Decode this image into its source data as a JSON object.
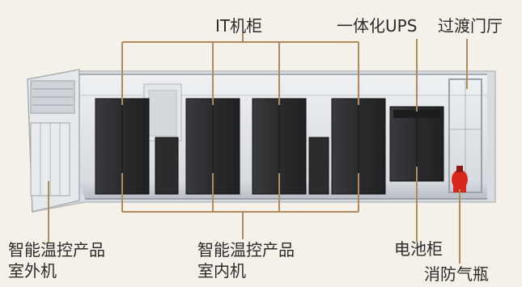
{
  "labels": {
    "it_cabinet": "IT机柜",
    "integrated_ups": "一体化UPS",
    "transition_vestibule": "过渡门厅",
    "outdoor_unit_line1": "智能温控产品",
    "outdoor_unit_line2": "室外机",
    "indoor_unit_line1": "智能温控产品",
    "indoor_unit_line2": "室内机",
    "battery_cabinet": "电池柜",
    "fire_cylinder": "消防气瓶"
  },
  "colors": {
    "background": "#f6f1e8",
    "leader_line": "#b08a5a",
    "cabinet": "#2b2c2e",
    "fire_cylinder": "#d9261c",
    "container_frame": "#c9ced4"
  }
}
